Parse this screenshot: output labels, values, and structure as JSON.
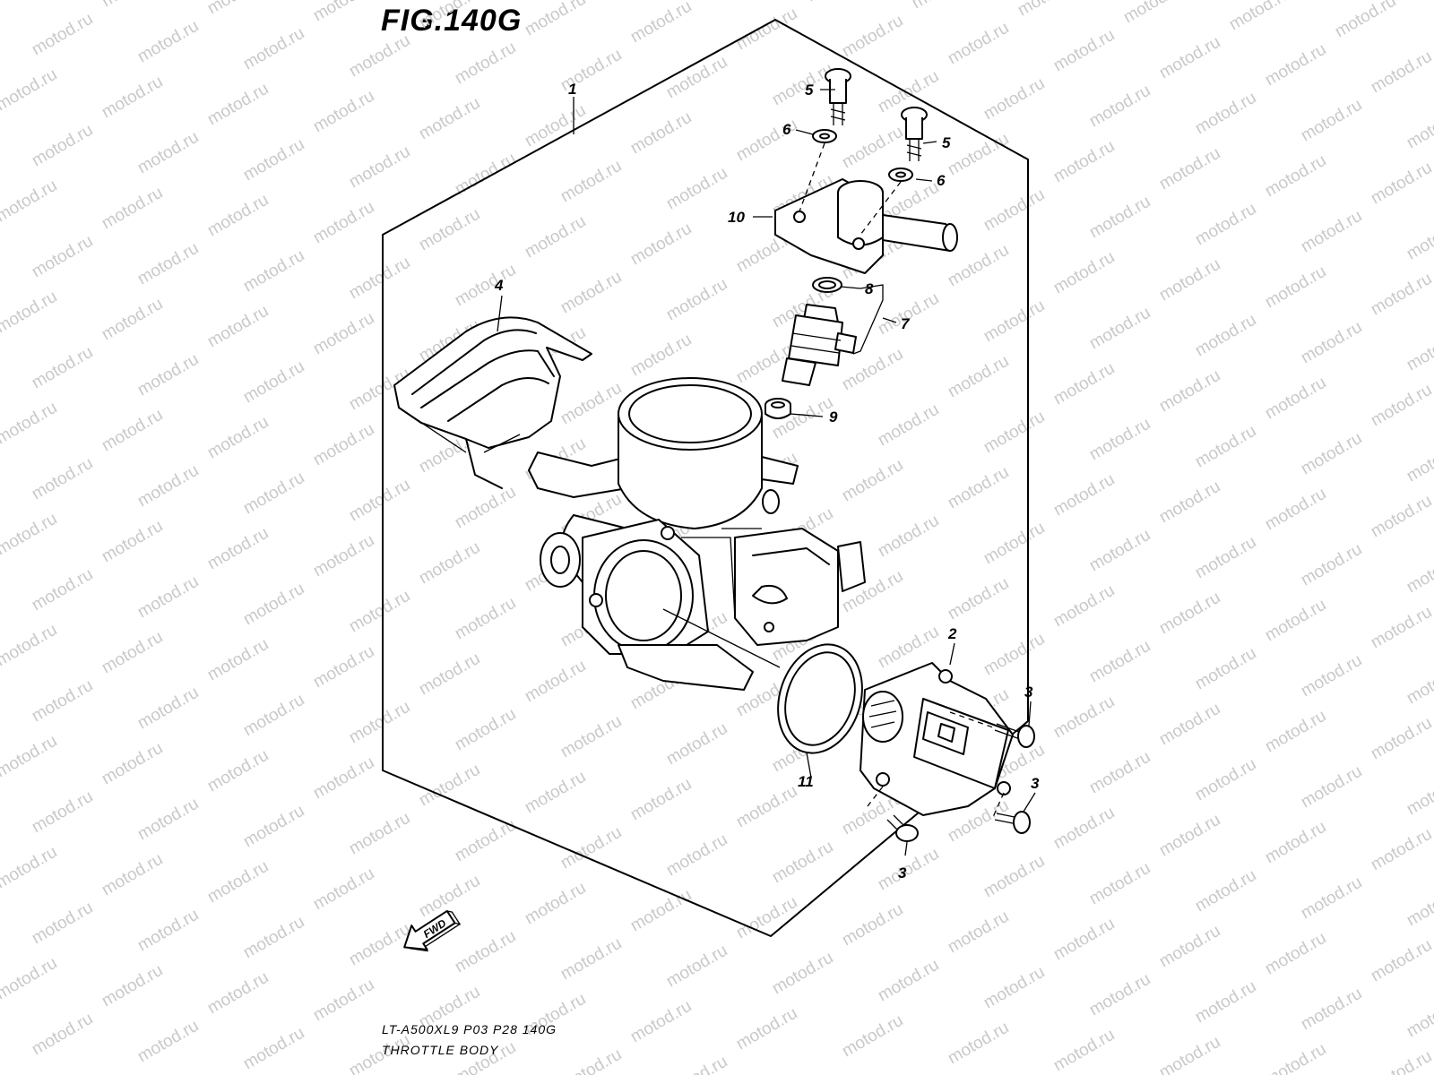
{
  "figure": {
    "title": "FIG.140G",
    "model_code": "LT-A500XL9  P03  P28  140G",
    "section_title": "THROTTLE BODY"
  },
  "watermark": {
    "text": "motod.ru",
    "color": "#c9c9c9"
  },
  "fwd_arrow": {
    "label": "FWD"
  },
  "callouts": [
    {
      "id": "c1",
      "label": "1"
    },
    {
      "id": "c2",
      "label": "2"
    },
    {
      "id": "c3a",
      "label": "3"
    },
    {
      "id": "c3b",
      "label": "3"
    },
    {
      "id": "c3c",
      "label": "3"
    },
    {
      "id": "c4",
      "label": "4"
    },
    {
      "id": "c5a",
      "label": "5"
    },
    {
      "id": "c5b",
      "label": "5"
    },
    {
      "id": "c6a",
      "label": "6"
    },
    {
      "id": "c6b",
      "label": "6"
    },
    {
      "id": "c7",
      "label": "7"
    },
    {
      "id": "c8",
      "label": "8"
    },
    {
      "id": "c9",
      "label": "9"
    },
    {
      "id": "c10",
      "label": "10"
    },
    {
      "id": "c11",
      "label": "11"
    }
  ]
}
